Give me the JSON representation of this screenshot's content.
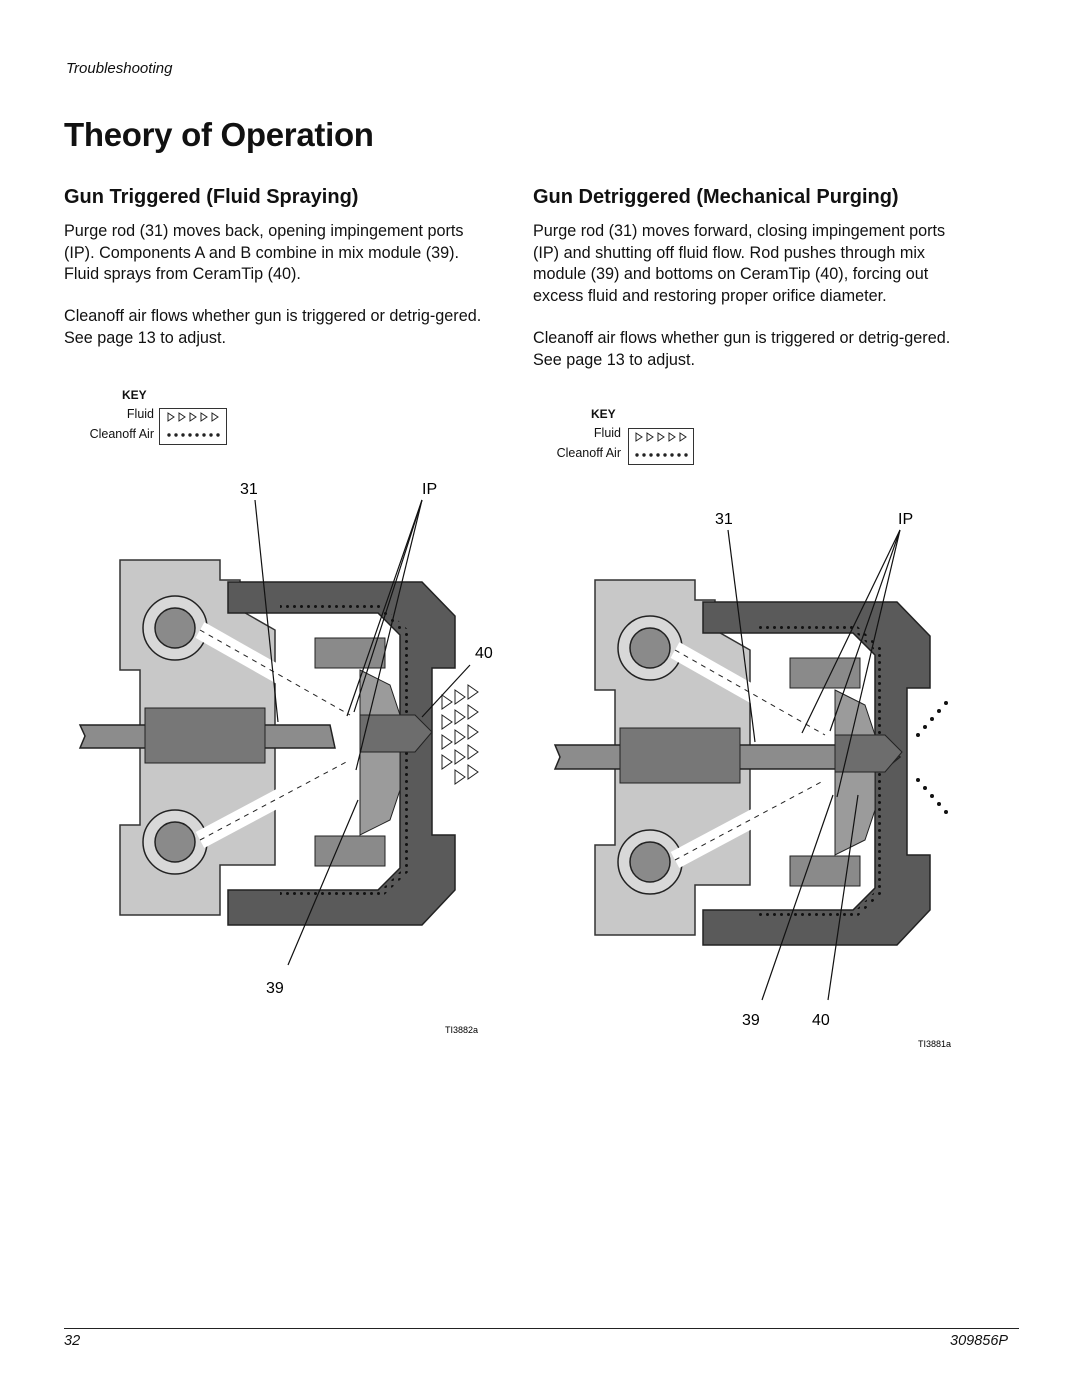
{
  "header": {
    "section": "Troubleshooting"
  },
  "title": "Theory of Operation",
  "left": {
    "heading": "Gun Triggered (Fluid Spraying)",
    "para1": "Purge rod (31) moves back, opening impingement ports (IP). Components A and B combine in mix module (39). Fluid sprays from CeramTip (40).",
    "para2": "Cleanoff air flows whether gun is triggered or detrig-gered. See page 13 to adjust.",
    "key": {
      "title": "KEY",
      "fluid": "Fluid",
      "air": "Cleanoff Air"
    },
    "callouts": {
      "c31": "31",
      "cIP": "IP",
      "c40": "40",
      "c39": "39"
    },
    "figure_id": "TI3882a"
  },
  "right": {
    "heading": "Gun Detriggered (Mechanical Purging)",
    "para1": "Purge rod (31) moves forward, closing impingement ports (IP) and shutting off fluid flow. Rod pushes through mix module (39) and bottoms on CeramTip (40), forcing out excess fluid and restoring proper orifice diameter.",
    "para2": "Cleanoff air flows whether gun is triggered or detrig-gered. See page 13 to adjust.",
    "key": {
      "title": "KEY",
      "fluid": "Fluid",
      "air": "Cleanoff Air"
    },
    "callouts": {
      "c31": "31",
      "cIP": "IP",
      "c39": "39",
      "c40": "40"
    },
    "figure_id": "TI3881a"
  },
  "footer": {
    "page": "32",
    "doc": "309856P"
  }
}
